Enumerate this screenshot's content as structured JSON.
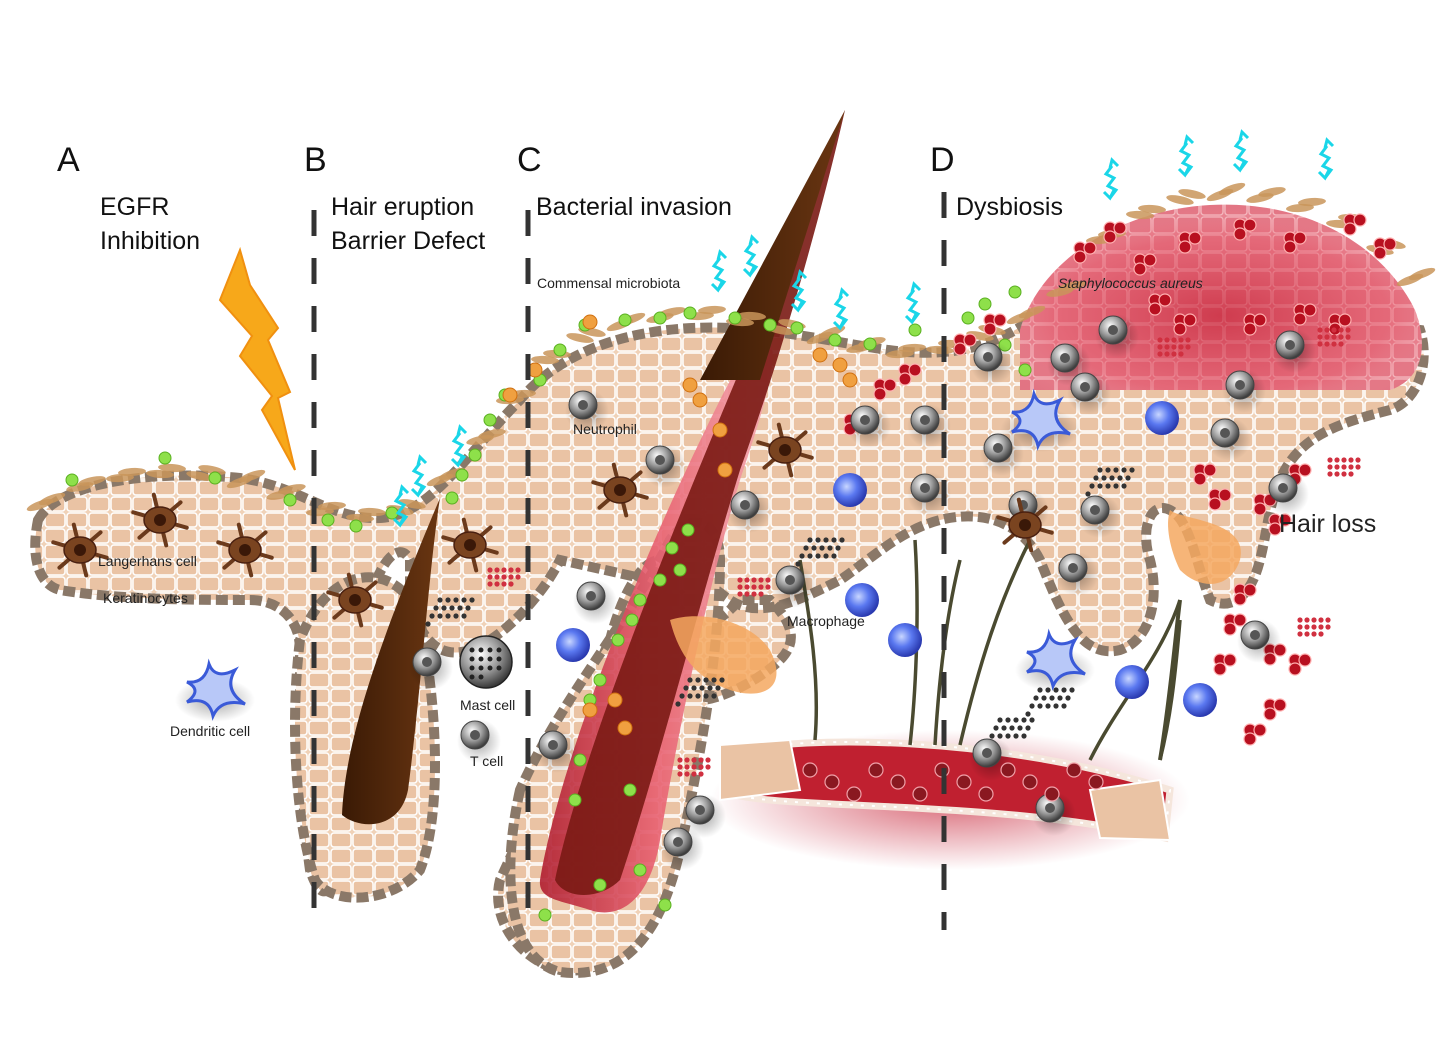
{
  "panels": [
    {
      "letter": "A",
      "title_lines": [
        "EGFR",
        "Inhibition"
      ]
    },
    {
      "letter": "B",
      "title_lines": [
        "Hair eruption",
        "Barrier Defect"
      ]
    },
    {
      "letter": "C",
      "title_lines": [
        "Bacterial invasion"
      ]
    },
    {
      "letter": "D",
      "title_lines": [
        "Dysbiosis"
      ]
    }
  ],
  "labels": {
    "commensal": "Commensal microbiota",
    "staph": "Staphylococcus aureus",
    "neutrophil": "Neutrophil",
    "langerhans": "Langerhans cell",
    "keratinocytes": "Keratinocytes",
    "dendritic": "Dendritic cell",
    "mast": "Mast cell",
    "tcell": "T cell",
    "macrophage": "Macrophage",
    "hairloss": "Hair loss"
  },
  "colors": {
    "epidermis": "#f0d2b8",
    "cell_border": "#ffffff",
    "basal_layer": "#8a7868",
    "stratum_corneum": "#c9955a",
    "hair_shaft": "#4a2508",
    "follicle_red": "#c0283a",
    "commensal_green": "#8ee04a",
    "staph_red": "#b81020",
    "neutrophil_gray": "#8a8a8a",
    "dendritic_blue": "#4a70e8",
    "lightning": "#f7a81a",
    "cyan_arrow": "#1ad6e8",
    "langerhans_brown": "#6b3a1c",
    "divider": "#333333"
  }
}
